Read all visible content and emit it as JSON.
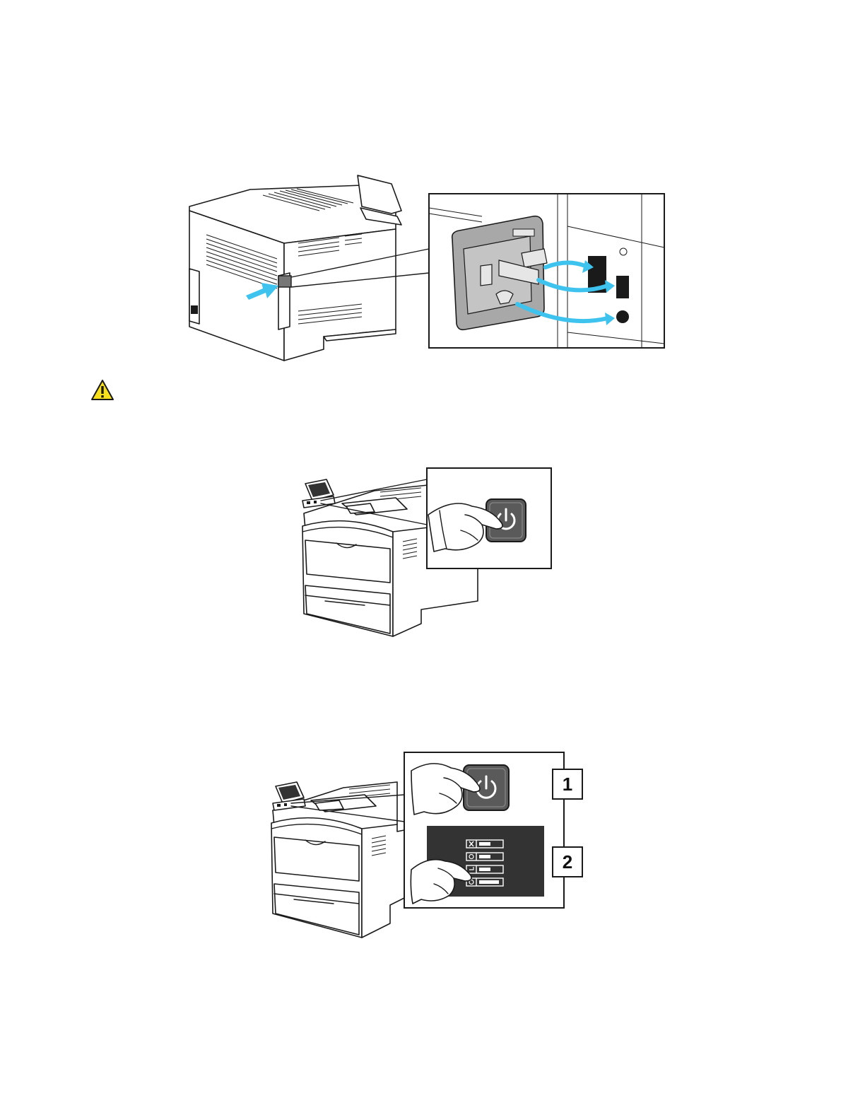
{
  "figures": [
    {
      "id": "figure-1",
      "subject": "printer-rear-with-wireless-adapter"
    },
    {
      "id": "figure-2",
      "subject": "printer-front-power-button"
    },
    {
      "id": "figure-3",
      "subject": "printer-front-power-menu",
      "steps": [
        {
          "label": "1"
        },
        {
          "label": "2"
        }
      ]
    }
  ],
  "icons": {
    "caution": "warning-triangle-icon",
    "power": "power-icon"
  },
  "colors": {
    "callout_arrow": "#3ec3ef",
    "warning_fill": "#f7e01b",
    "power_button": "#5a5a5a",
    "menu_panel": "#333333"
  }
}
